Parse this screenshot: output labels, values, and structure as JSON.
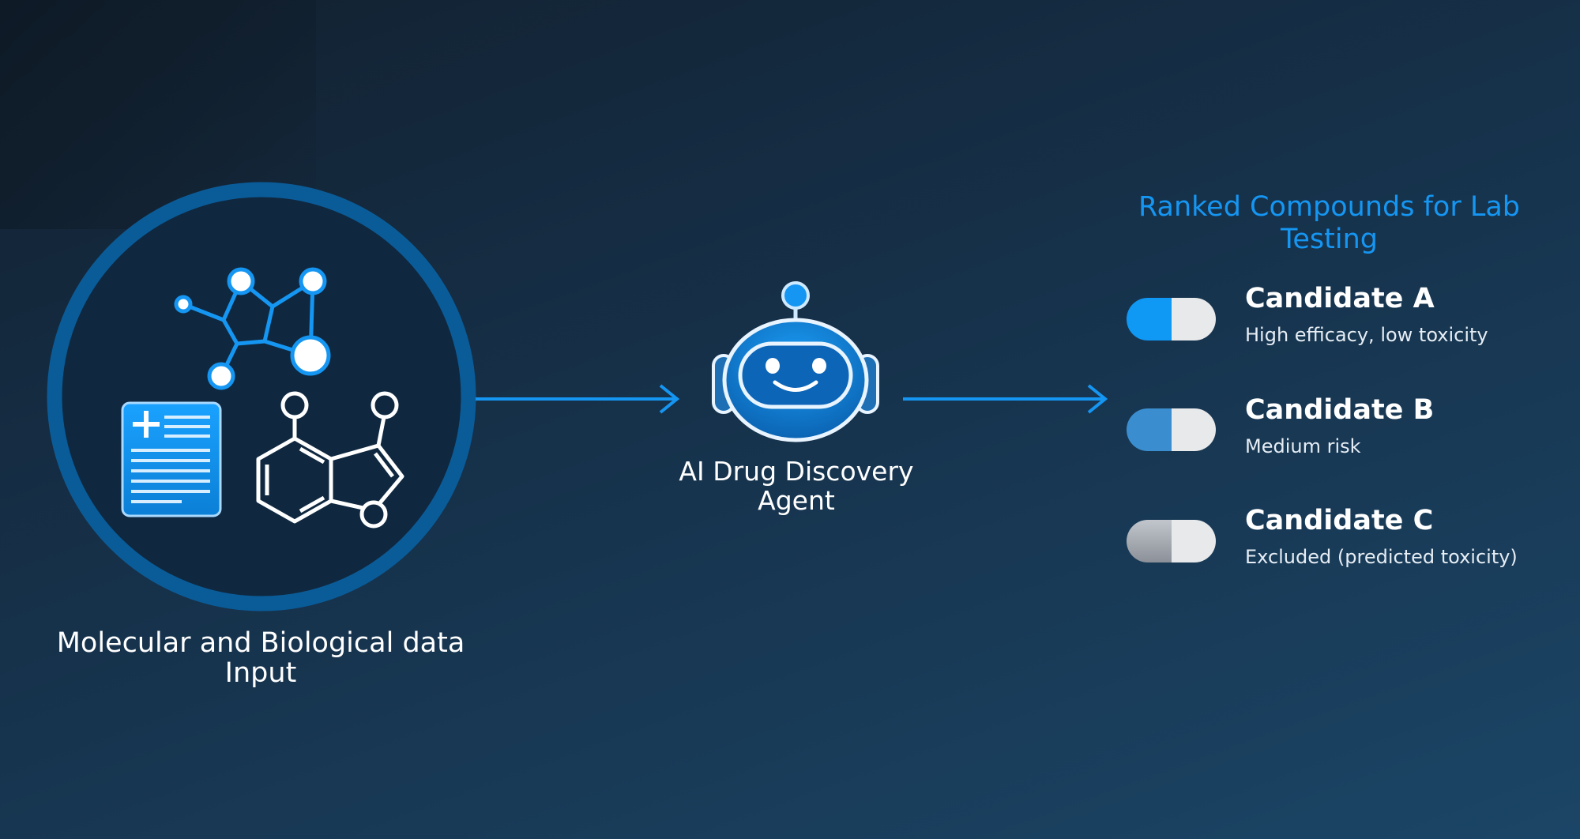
{
  "diagram": {
    "input_label": "Molecular and Biological data Input",
    "agent_label": "AI Drug Discovery Agent",
    "ranked_title": "Ranked Compounds for Lab Testing",
    "candidates": [
      {
        "name": "Candidate A",
        "description": "High efficacy, low toxicity",
        "pill_color": "#0f98f4"
      },
      {
        "name": "Candidate B",
        "description": "Medium risk",
        "pill_color": "#3a8ed0"
      },
      {
        "name": "Candidate C",
        "description": "Excluded (predicted toxicity)",
        "pill_color": "#a8acb2"
      }
    ]
  },
  "colors": {
    "accent": "#1596f2",
    "circle_ring": "#0a5c99",
    "background_dark": "#12202f",
    "background_light": "#1b4566",
    "white": "#ffffff"
  },
  "icons": {
    "molecule": "molecule-network-icon",
    "document": "medical-document-icon",
    "structure": "chemical-structure-icon",
    "agent": "robot-head-icon",
    "pill": "capsule-pill-icon"
  }
}
